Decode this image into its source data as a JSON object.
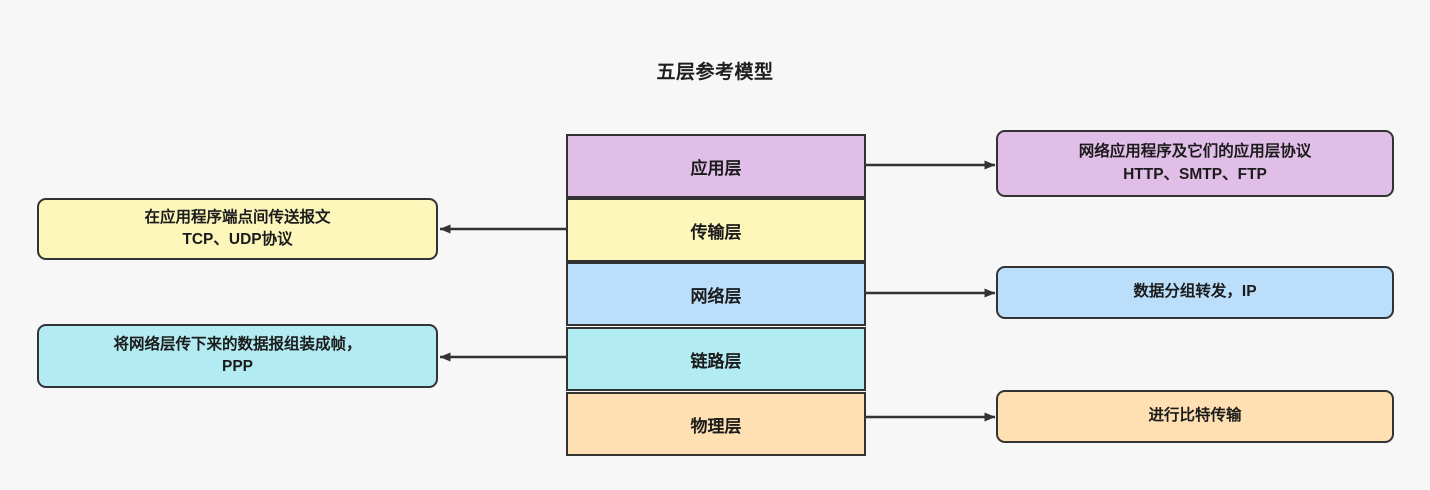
{
  "diagram": {
    "title": "五层参考模型",
    "background_color": "#f7f7f8",
    "border_color": "#333333",
    "stack": {
      "name": "five-layer-stack",
      "layers": [
        {
          "label": "应用层",
          "color": "#e1bee7"
        },
        {
          "label": "传输层",
          "color": "#fdf6bb"
        },
        {
          "label": "网络层",
          "color": "#bbdefb"
        },
        {
          "label": "链路层",
          "color": "#b2ebf2"
        },
        {
          "label": "物理层",
          "color": "#ffe0b2"
        }
      ]
    },
    "notes": {
      "application": {
        "text": "网络应用程序及它们的应用层协议\nHTTP、SMTP、FTP",
        "color": "#e1bee7",
        "side": "right",
        "source_layer": "应用层"
      },
      "transport": {
        "text": "在应用程序端点间传送报文\nTCP、UDP协议",
        "color": "#fdf6bb",
        "side": "left",
        "source_layer": "传输层"
      },
      "network": {
        "text": "数据分组转发，IP",
        "color": "#bbdefb",
        "side": "right",
        "source_layer": "网络层"
      },
      "link": {
        "text": "将网络层传下来的数据报组装成帧，\nPPP",
        "color": "#b2ebf2",
        "side": "left",
        "source_layer": "链路层"
      },
      "physical": {
        "text": "进行比特传输",
        "color": "#ffe0b2",
        "side": "right",
        "source_layer": "物理层"
      }
    }
  }
}
